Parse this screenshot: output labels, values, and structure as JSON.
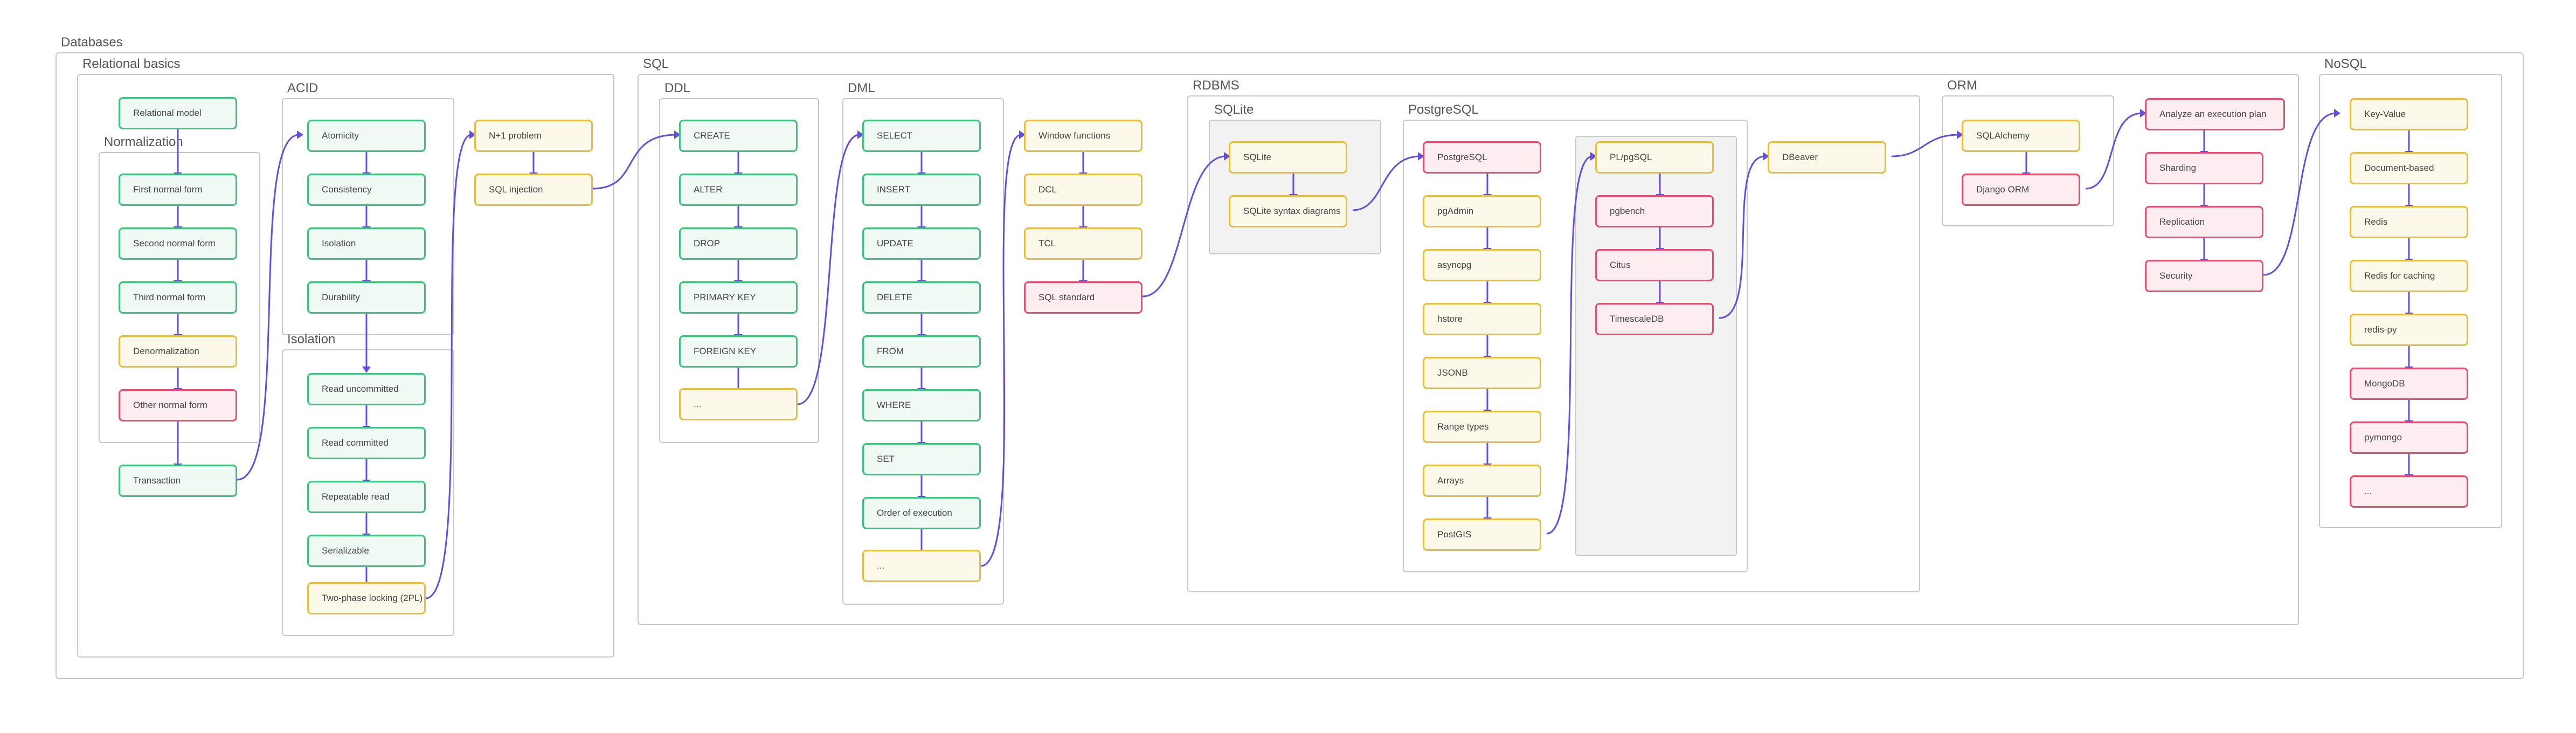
{
  "groups": {
    "databases": "Databases",
    "relational_basics": "Relational basics",
    "normalization": "Normalization",
    "acid": "ACID",
    "isolation": "Isolation",
    "sql": "SQL",
    "ddl": "DDL",
    "dml": "DML",
    "rdbms": "RDBMS",
    "sqlite": "SQLite",
    "postgresql": "PostgreSQL",
    "orm": "ORM",
    "nosql": "NoSQL"
  },
  "nodes": {
    "relational_model": "Relational model",
    "first_nf": "First normal form",
    "second_nf": "Second normal form",
    "third_nf": "Third normal form",
    "denormalization": "Denormalization",
    "other_nf": "Other normal form",
    "transaction": "Transaction",
    "atomicity": "Atomicity",
    "consistency": "Consistency",
    "isolation": "Isolation",
    "durability": "Durability",
    "read_uncommitted": "Read uncommitted",
    "read_committed": "Read committed",
    "repeatable_read": "Repeatable read",
    "serializable": "Serializable",
    "two_phase_locking": "Two-phase locking (2PL)",
    "n_plus_one": "N+1 problem",
    "sql_injection": "SQL injection",
    "create": "CREATE",
    "alter": "ALTER",
    "drop": "DROP",
    "primary_key": "PRIMARY KEY",
    "foreign_key": "FOREIGN KEY",
    "ddl_more": "...",
    "select": "SELECT",
    "insert": "INSERT",
    "update": "UPDATE",
    "delete": "DELETE",
    "from": "FROM",
    "where": "WHERE",
    "set": "SET",
    "order_of_execution": "Order of execution",
    "dml_more": "...",
    "window_functions": "Window functions",
    "dcl": "DCL",
    "tcl": "TCL",
    "sql_standard": "SQL standard",
    "sqlite": "SQLite",
    "sqlite_syntax": "SQLite syntax diagrams",
    "postgresql": "PostgreSQL",
    "pgadmin": "pgAdmin",
    "asyncpg": "asyncpg",
    "hstore": "hstore",
    "jsonb": "JSONB",
    "range_types": "Range types",
    "arrays": "Arrays",
    "postgis": "PostGIS",
    "plpgsql": "PL/pgSQL",
    "pgbench": "pgbench",
    "citus": "Citus",
    "timescaledb": "TimescaleDB",
    "dbeaver": "DBeaver",
    "sqlalchemy": "SQLAlchemy",
    "django_orm": "Django ORM",
    "execution_plan": "Analyze an execution plan",
    "sharding": "Sharding",
    "replication": "Replication",
    "security": "Security",
    "key_value": "Key-Value",
    "document_based": "Document-based",
    "redis": "Redis",
    "redis_caching": "Redis for caching",
    "redis_py": "redis-py",
    "mongodb": "MongoDB",
    "pymongo": "pymongo",
    "nosql_more": "..."
  }
}
